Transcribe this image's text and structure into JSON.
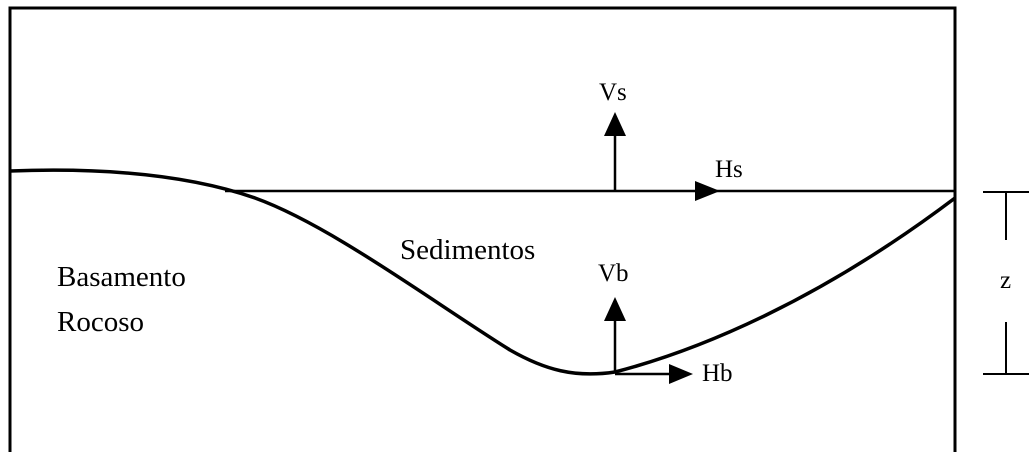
{
  "labels": {
    "basamento_line1": "Basamento",
    "basamento_line2": "Rocoso",
    "sedimentos": "Sedimentos",
    "vs": "Vs",
    "hs": "Hs",
    "vb": "Vb",
    "hb": "Hb",
    "z": "z"
  },
  "colors": {
    "line": "#000000",
    "background": "#ffffff"
  }
}
